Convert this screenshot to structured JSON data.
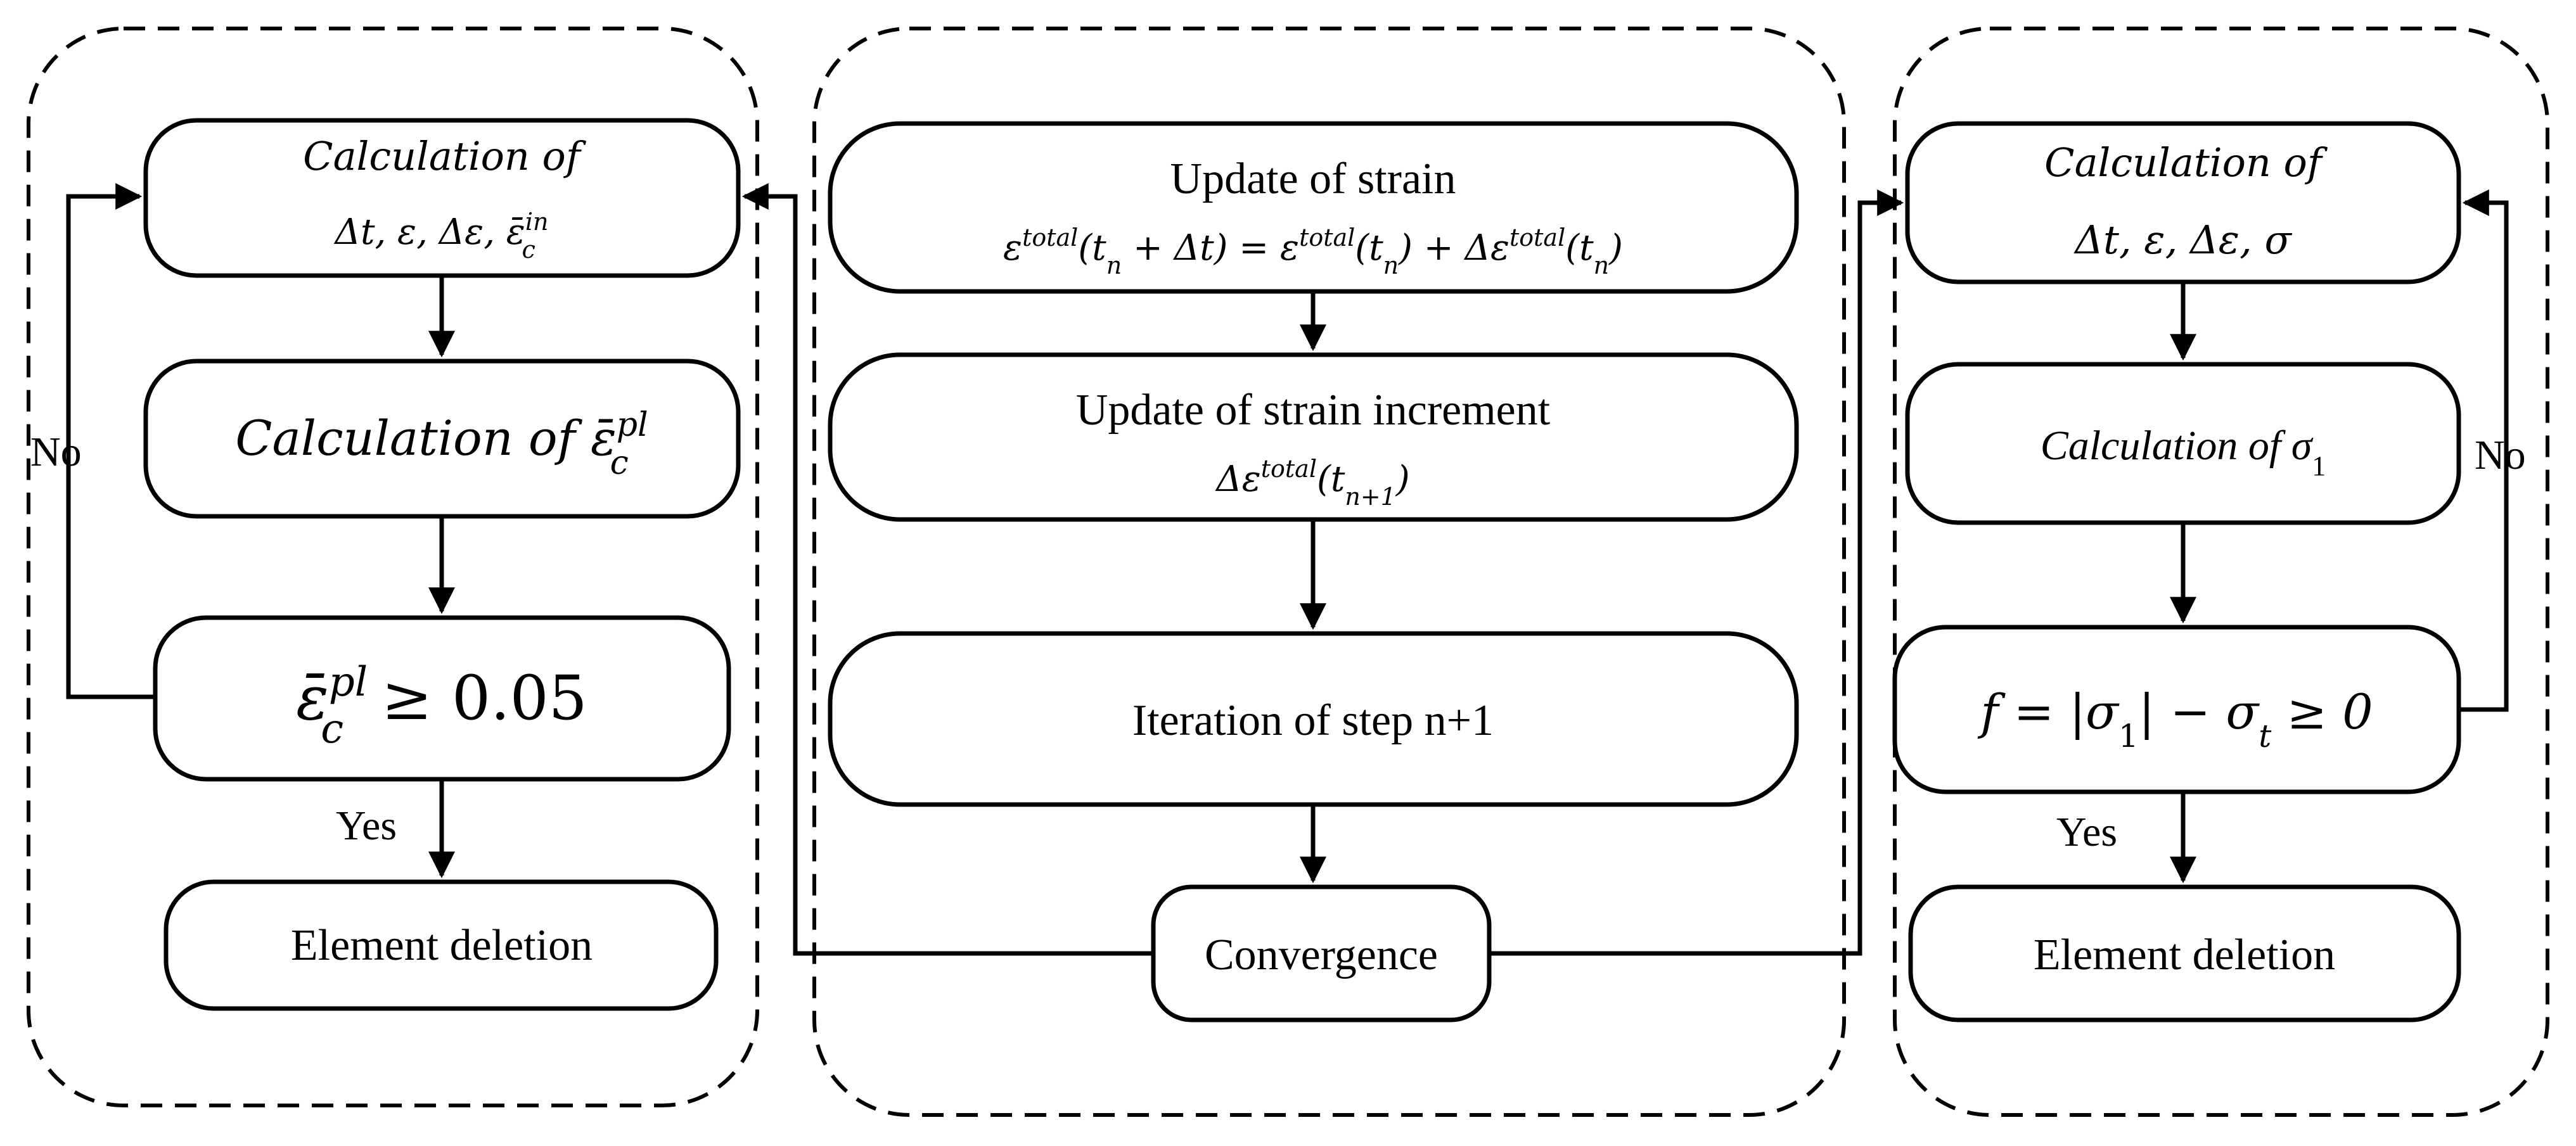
{
  "left_panel": {
    "box1_line1": "Calculation of",
    "box1_line2": "Δt, ε, Δε, ε̄",
    "box1_line2_sup": "in",
    "box1_line2_sub": "c",
    "box2_text": "Calculation of ε̄",
    "box2_sup": "pl",
    "box2_sub": "c",
    "decision_base": "ε̄",
    "decision_sup": "pl",
    "decision_sub": "c",
    "decision_rest": "≥ 0.05",
    "no_label": "No",
    "yes_label": "Yes",
    "box_end": "Element deletion"
  },
  "middle_panel": {
    "box1_line1": "Update of strain",
    "box1_line2": "ε^total(t_n + Δt) = ε^total(t_n) + Δε^total(t_n)",
    "box2_line1": "Update of strain increment",
    "box2_line2": "Δε^total(t_n+1)",
    "box3_text": "Iteration of step n+1",
    "box4_text": "Convergence"
  },
  "right_panel": {
    "box1_line1": "Calculation of",
    "box1_line2": "Δt, ε, Δε, σ",
    "box2_text": "Calculation of ",
    "box2_var": "σ",
    "box2_sub": "1",
    "decision": "f = |σ₁| − σₜ ≥ 0",
    "no_label": "No",
    "yes_label": "Yes",
    "box_end": "Element deletion"
  }
}
